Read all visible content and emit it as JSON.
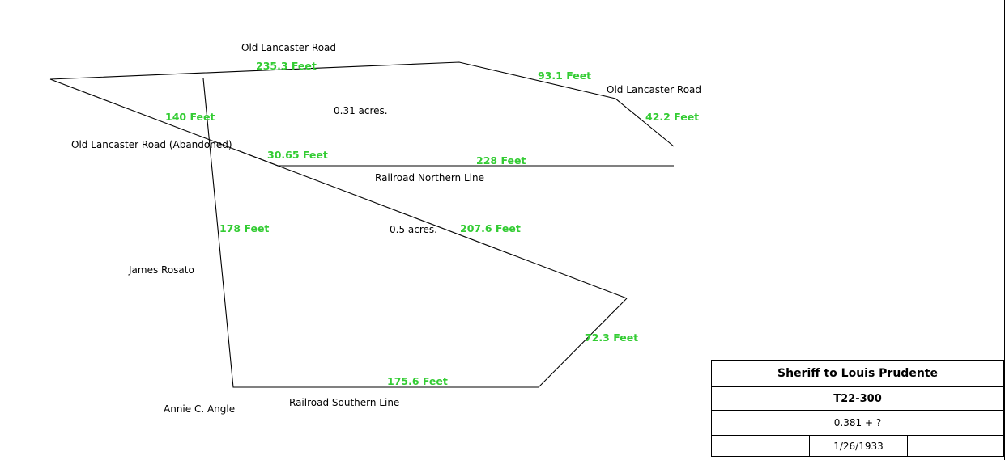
{
  "dimension_color": "#33cc33",
  "line_color": "#000000",
  "labels": {
    "old_lancaster_road_top": "Old Lancaster Road",
    "old_lancaster_road_right": "Old Lancaster Road",
    "old_lancaster_road_abandoned": "Old Lancaster Road (Abandoned)",
    "railroad_northern_line": "Railroad Northern Line",
    "railroad_southern_line": "Railroad Southern Line",
    "james_rosato": "James Rosato",
    "annie_c_angle": "Annie C. Angle",
    "area_upper": "0.31 acres.",
    "area_lower": "0.5 acres."
  },
  "dimensions": {
    "d_235_3": "235.3 Feet",
    "d_93_1": "93.1 Feet",
    "d_42_2": "42.2 Feet",
    "d_140": "140 Feet",
    "d_30_65": "30.65 Feet",
    "d_228": "228 Feet",
    "d_178": "178 Feet",
    "d_207_6": "207.6 Feet",
    "d_72_3": "72.3 Feet",
    "d_175_6": "175.6 Feet"
  },
  "title_block": {
    "grantor_grantee": "Sheriff to Louis Prudente",
    "tract_id": "T22-300",
    "acreage": "0.381 + ?",
    "date": "1/26/1933"
  }
}
